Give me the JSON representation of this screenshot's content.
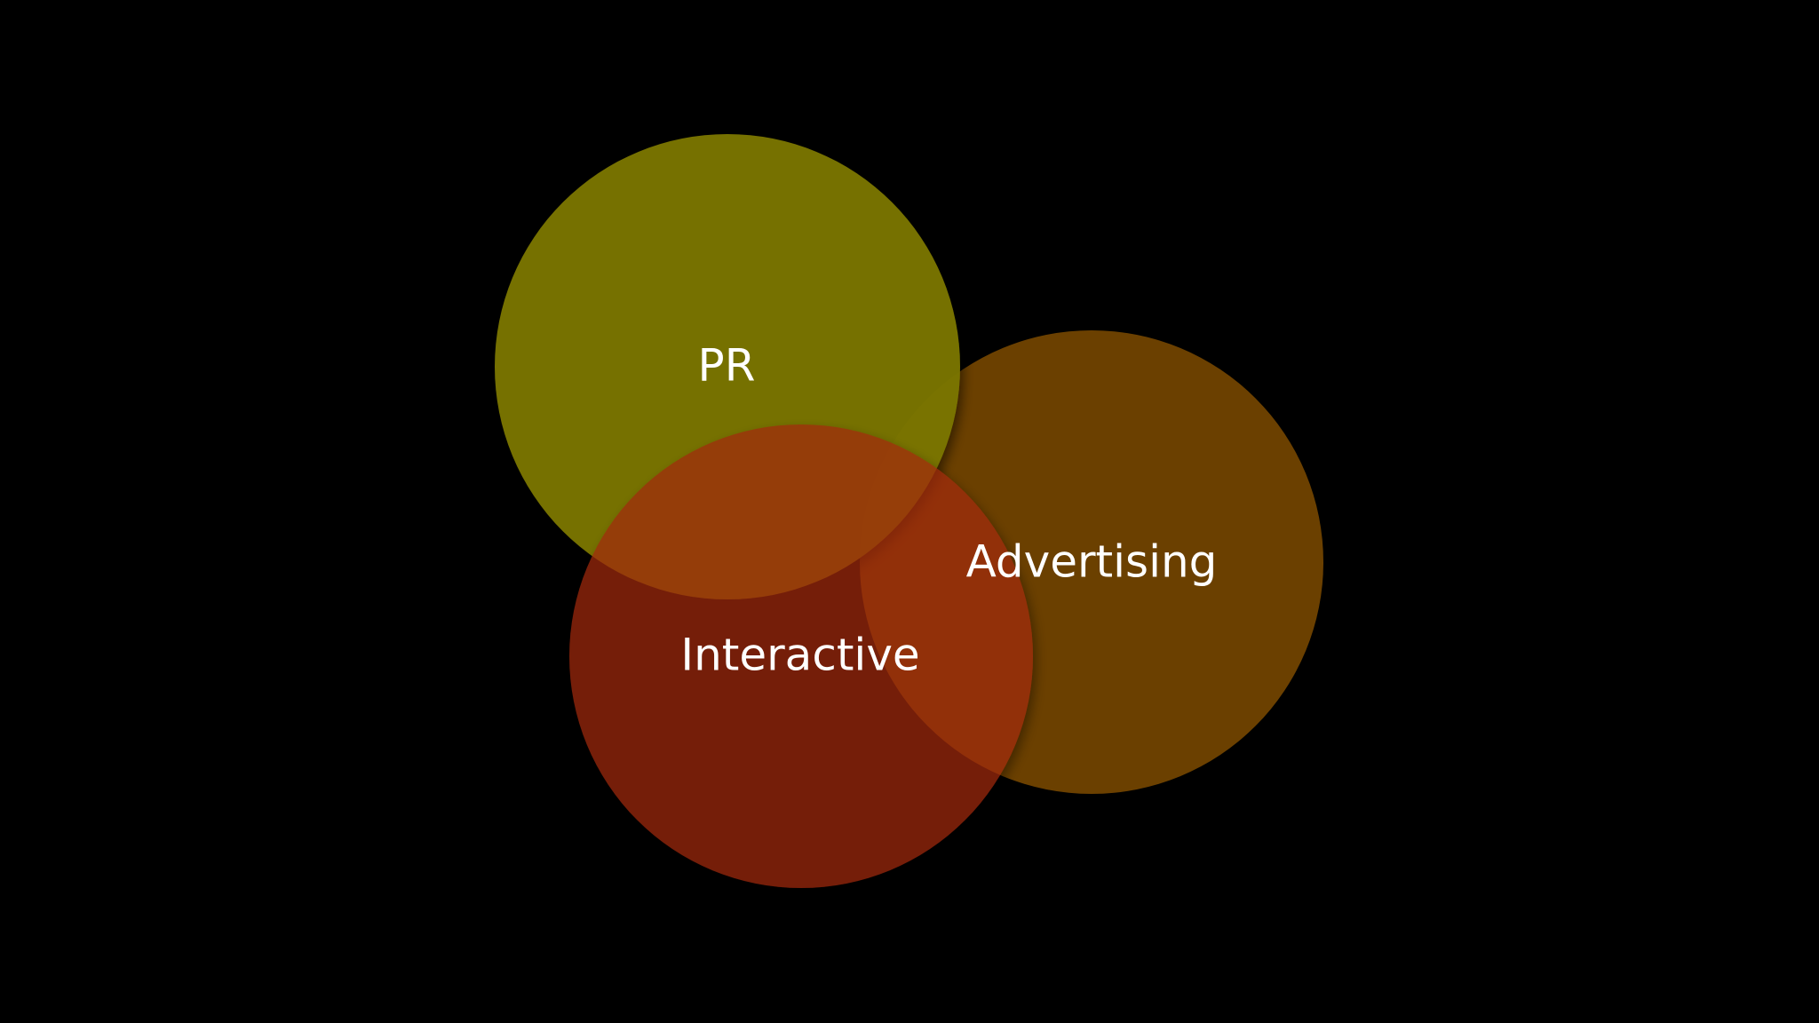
{
  "diagram": {
    "type": "venn",
    "sets": [
      {
        "id": "pr",
        "label": "PR",
        "color": "#7a7400"
      },
      {
        "id": "advertising",
        "label": "Advertising",
        "color": "#6b4000"
      },
      {
        "id": "interactive",
        "label": "Interactive",
        "color": "#a22a10"
      }
    ]
  }
}
